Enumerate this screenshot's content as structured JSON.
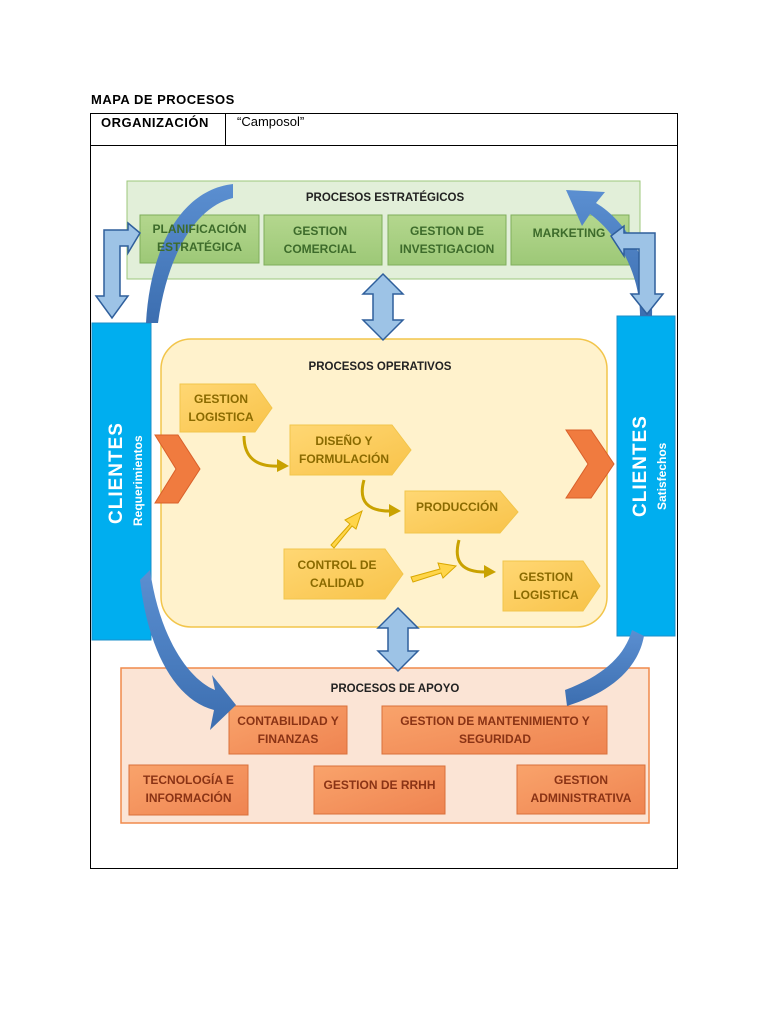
{
  "header": {
    "page_title": "MAPA DE PROCESOS",
    "organization_label": "ORGANIZACIÓN",
    "organization_value": "“Camposol”"
  },
  "strategic": {
    "title": "PROCESOS ESTRATÉGICOS",
    "boxes": [
      "PLANIFICACIÓN ESTRATÉGICA",
      "GESTION COMERCIAL",
      "GESTION DE INVESTIGACION",
      "MARKETING"
    ]
  },
  "operative": {
    "title": "PROCESOS OPERATIVOS",
    "steps": [
      "GESTION LOGISTICA",
      "DISEÑO Y FORMULACIÓN",
      "PRODUCCIÓN",
      "CONTROL DE CALIDAD",
      "GESTION LOGISTICA"
    ]
  },
  "support": {
    "title": "PROCESOS DE APOYO",
    "boxes": [
      "CONTABILIDAD Y FINANZAS",
      "GESTION DE MANTENIMIENTO Y SEGURIDAD",
      "TECNOLOGÍA E INFORMACIÓN",
      "GESTION DE RRHH",
      "GESTION ADMINISTRATIVA"
    ]
  },
  "clients_left": {
    "title": "CLIENTES",
    "subtitle": "Requerimientos"
  },
  "clients_right": {
    "title": "CLIENTES",
    "subtitle": "Satisfechos"
  },
  "colors": {
    "client_blue": "#00aeef",
    "strategic_fill": "#e2efd9",
    "operative_fill": "#fff2cc",
    "support_fill": "#fbe4d5",
    "chevron_orange": "#f07b3f",
    "arrow_blue": "#4a7fc1"
  }
}
